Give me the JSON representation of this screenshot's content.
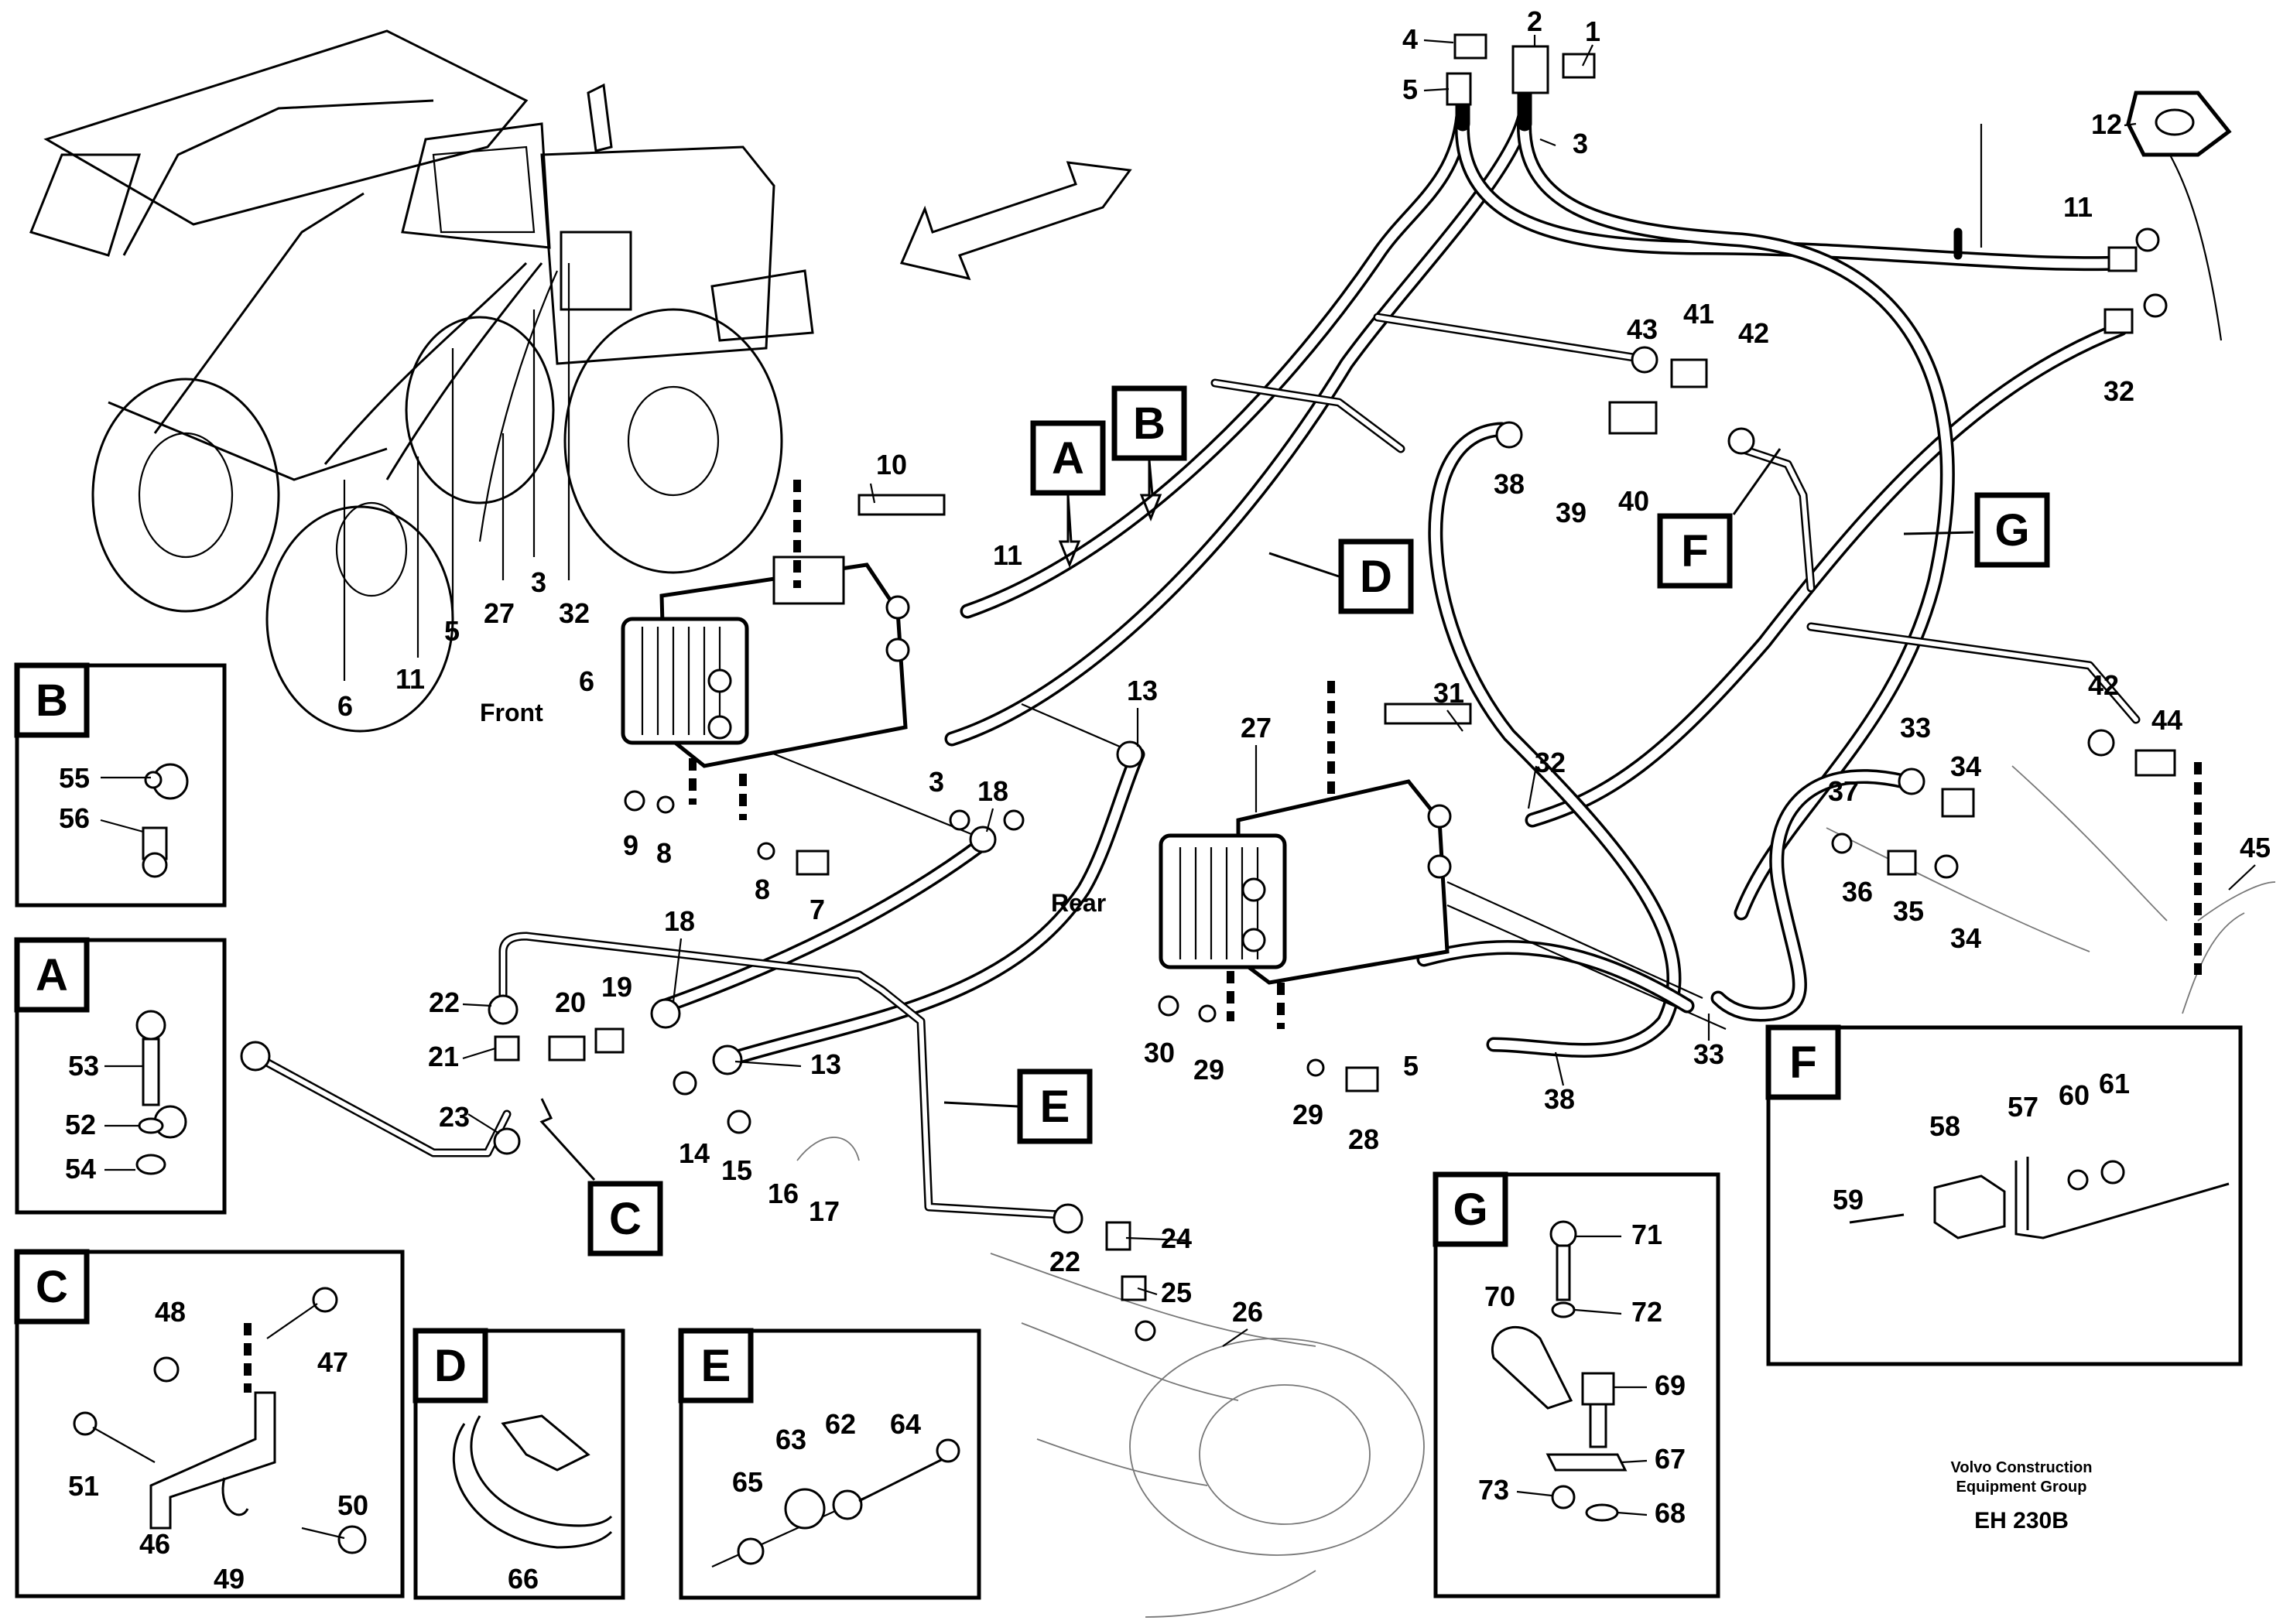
{
  "diagram": {
    "footer": {
      "company_line1": "Volvo Construction",
      "company_line2": "Equipment Group",
      "code": "EH 230B"
    },
    "words": {
      "front": "Front",
      "rear": "Rear"
    },
    "view_labels": {
      "A": "A",
      "B": "B",
      "C": "C",
      "D": "D",
      "E": "E",
      "F": "F",
      "G": "G"
    },
    "detail_titles": {
      "A": "A",
      "B": "B",
      "C": "C",
      "D": "D",
      "E": "E",
      "F": "F",
      "G": "G"
    },
    "callouts": {
      "c1": "1",
      "c2": "2",
      "c3": "3",
      "c3b": "3",
      "c3c": "3",
      "c4": "4",
      "c5": "5",
      "c5b": "5",
      "c5c": "5",
      "c6": "6",
      "c6b": "6",
      "c7": "7",
      "c8": "8",
      "c8b": "8",
      "c9": "9",
      "c10": "10",
      "c11": "11",
      "c11b": "11",
      "c11c": "11",
      "c12": "12",
      "c13": "13",
      "c13b": "13",
      "c14": "14",
      "c15": "15",
      "c16": "16",
      "c17": "17",
      "c18": "18",
      "c18b": "18",
      "c19": "19",
      "c20": "20",
      "c21": "21",
      "c22": "22",
      "c22b": "22",
      "c23": "23",
      "c24": "24",
      "c25": "25",
      "c26": "26",
      "c27": "27",
      "c27b": "27",
      "c28": "28",
      "c29": "29",
      "c29b": "29",
      "c30": "30",
      "c31": "31",
      "c32": "32",
      "c32b": "32",
      "c32c": "32",
      "c33": "33",
      "c33b": "33",
      "c34": "34",
      "c34b": "34",
      "c35": "35",
      "c36": "36",
      "c37": "37",
      "c38": "38",
      "c38b": "38",
      "c39": "39",
      "c40": "40",
      "c41": "41",
      "c42": "42",
      "c42b": "42",
      "c43": "43",
      "c44": "44",
      "c45": "45",
      "c46": "46",
      "c47": "47",
      "c48": "48",
      "c49": "49",
      "c50": "50",
      "c51": "51",
      "c52": "52",
      "c53": "53",
      "c54": "54",
      "c55": "55",
      "c56": "56",
      "c57": "57",
      "c58": "58",
      "c59": "59",
      "c60": "60",
      "c61": "61",
      "c62": "62",
      "c63": "63",
      "c64": "64",
      "c65": "65",
      "c66": "66",
      "c67": "67",
      "c68": "68",
      "c69": "69",
      "c70": "70",
      "c71": "71",
      "c72": "72",
      "c73": "73"
    }
  }
}
